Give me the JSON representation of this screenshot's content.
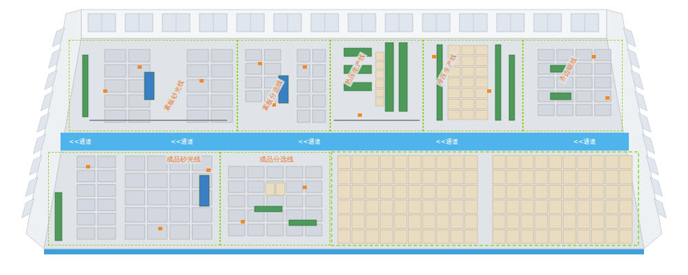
{
  "diagram": {
    "nodes": [
      {
        "text": [
          "素板砂光线"
        ]
      },
      {
        "text": [
          "素板分选线"
        ]
      },
      {
        "text": [
          "热压生产线"
        ]
      },
      {
        "text": [
          "冷压生产线"
        ]
      },
      {
        "text": [
          "齐边锯线"
        ]
      },
      {
        "text": [
          "<<通道",
          "<<通道",
          "<<通道",
          "<<通道",
          "<<通道"
        ]
      },
      {
        "text": [
          "成品砂光线"
        ]
      },
      {
        "text": [
          "成品分选线"
        ]
      }
    ]
  }
}
